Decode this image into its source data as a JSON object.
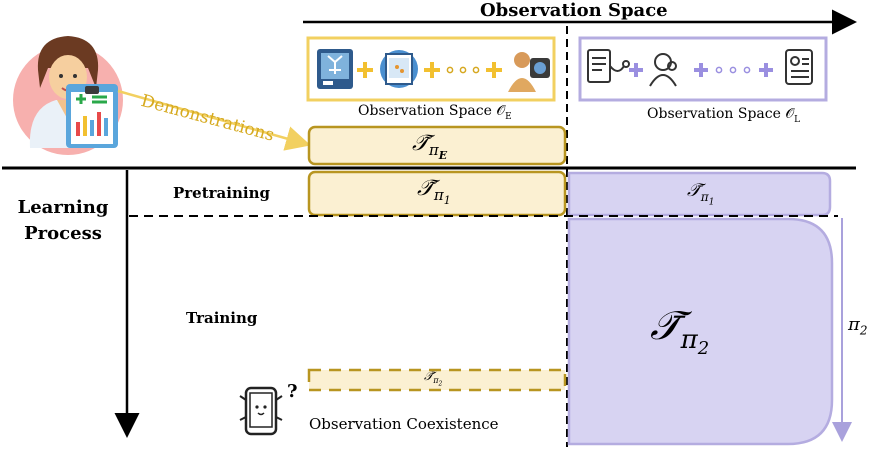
{
  "top_axis": {
    "label": "Observation Space"
  },
  "expert_space": {
    "caption": "Observation Space 𝒪",
    "subscript": "E"
  },
  "learner_space": {
    "caption": "Observation Space 𝒪",
    "subscript": "L"
  },
  "demo_label": "Demonstrations",
  "left_axis": {
    "line1": "Learning",
    "line2": "Process"
  },
  "phases": {
    "pretraining": "Pretraining",
    "training": "Training"
  },
  "coexistence": "Observation Coexistence",
  "trajectories": {
    "expert": {
      "base": "𝒯̃",
      "sub": "π",
      "subsub": "E"
    },
    "pre_left": {
      "base": "𝒯̃",
      "sub": "π",
      "subsub": "1"
    },
    "pre_right": {
      "base": "𝒯̄",
      "sub": "π",
      "subsub": "1"
    },
    "train_left": {
      "base": "𝒯̃",
      "sub": "π",
      "subsub": "2"
    },
    "train_right": {
      "base": "𝒯̄",
      "sub": "π",
      "subsub": "2"
    }
  },
  "policy_label": {
    "base": "π",
    "sub": "2"
  },
  "question_mark": "?",
  "colors": {
    "gold": "#f2d060",
    "gold_dark": "#b89520",
    "gold_fill": "#fbf0d2",
    "lavender": "#b4ace0",
    "lavender_fill": "#d7d3f2",
    "lavender_line": "#a9a1dc"
  }
}
